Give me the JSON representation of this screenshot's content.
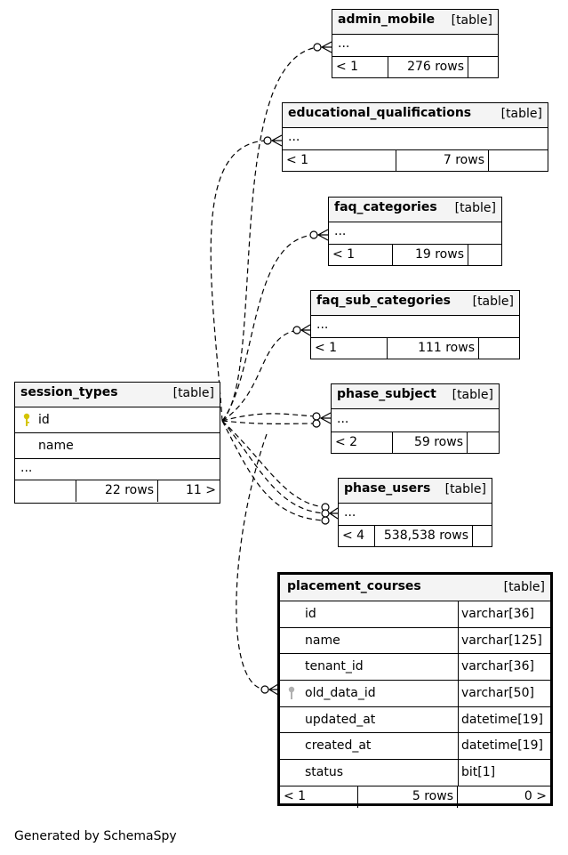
{
  "tables": {
    "admin_mobile": {
      "name": "admin_mobile",
      "kind": "[table]",
      "ellipsis": "...",
      "f1": "< 1",
      "f2": "276 rows",
      "f3": ""
    },
    "educational_qualifications": {
      "name": "educational_qualifications",
      "kind": "[table]",
      "ellipsis": "...",
      "f1": "< 1",
      "f2": "7 rows",
      "f3": ""
    },
    "faq_categories": {
      "name": "faq_categories",
      "kind": "[table]",
      "ellipsis": "...",
      "f1": "< 1",
      "f2": "19 rows",
      "f3": ""
    },
    "faq_sub_categories": {
      "name": "faq_sub_categories",
      "kind": "[table]",
      "ellipsis": "...",
      "f1": "< 1",
      "f2": "111 rows",
      "f3": ""
    },
    "phase_subject": {
      "name": "phase_subject",
      "kind": "[table]",
      "ellipsis": "...",
      "f1": "< 2",
      "f2": "59 rows",
      "f3": ""
    },
    "phase_users": {
      "name": "phase_users",
      "kind": "[table]",
      "ellipsis": "...",
      "f1": "< 4",
      "f2": "538,538 rows",
      "f3": ""
    },
    "session_types": {
      "name": "session_types",
      "kind": "[table]",
      "col_id": "id",
      "col_name": "name",
      "ellipsis": "...",
      "f1": "",
      "f2": "22 rows",
      "f3": "11 >"
    },
    "placement_courses": {
      "name": "placement_courses",
      "kind": "[table]",
      "columns": [
        {
          "name": "id",
          "type": "varchar[36]"
        },
        {
          "name": "name",
          "type": "varchar[125]"
        },
        {
          "name": "tenant_id",
          "type": "varchar[36]"
        },
        {
          "name": "old_data_id",
          "type": "varchar[50]"
        },
        {
          "name": "updated_at",
          "type": "datetime[19]"
        },
        {
          "name": "created_at",
          "type": "datetime[19]"
        },
        {
          "name": "status",
          "type": "bit[1]"
        }
      ],
      "f1": "< 1",
      "f2": "5 rows",
      "f3": "0 >"
    }
  },
  "icons": {
    "primary_key": "key-icon",
    "foreign_key": "key-icon",
    "pk_color": "#d4c400",
    "fk_color": "#b0b0b0"
  },
  "footer": {
    "credit": "Generated by SchemaSpy"
  }
}
